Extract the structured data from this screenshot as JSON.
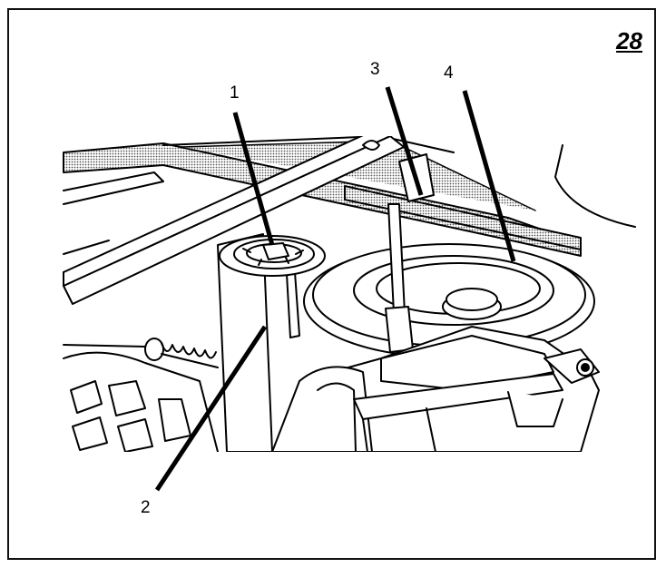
{
  "figure": {
    "number": "28",
    "callouts": [
      {
        "id": 1,
        "label": "1"
      },
      {
        "id": 2,
        "label": "2"
      },
      {
        "id": 3,
        "label": "3"
      },
      {
        "id": 4,
        "label": "4"
      }
    ]
  },
  "colors": {
    "ink": "#000000",
    "paper": "#ffffff",
    "screen": "#7a7a7a"
  }
}
